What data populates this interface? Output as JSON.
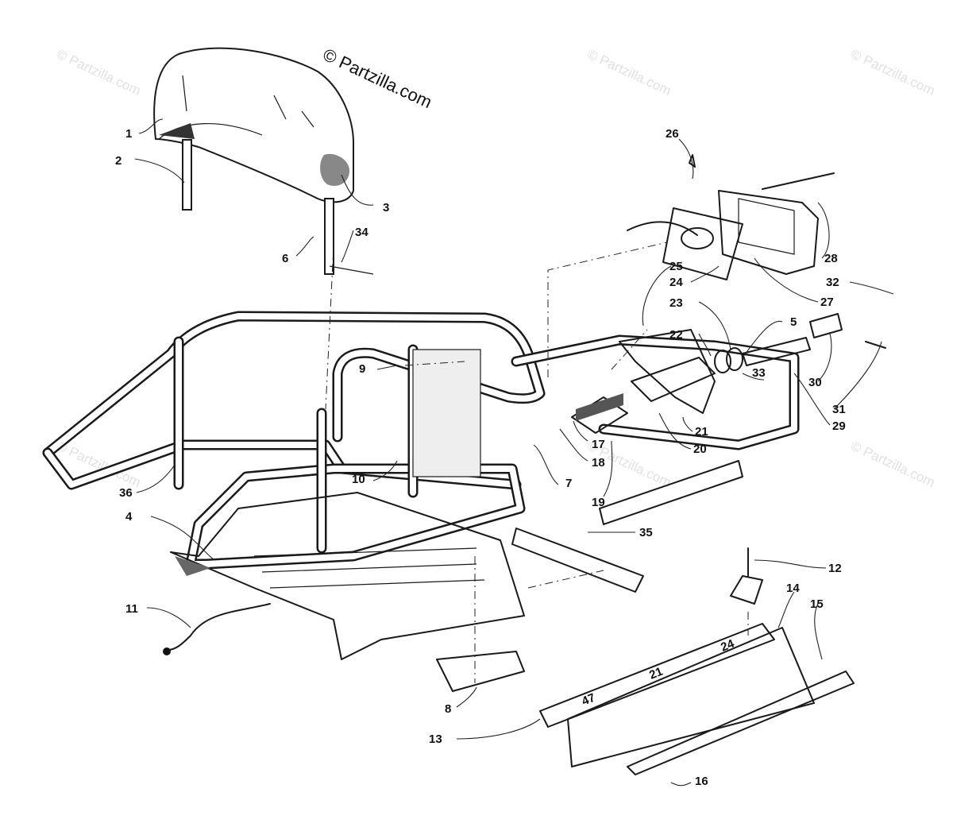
{
  "copyright": "© Partzilla.com",
  "watermark_text": "© Partzilla.com",
  "parts": [
    {
      "id": "p1",
      "label": "1"
    },
    {
      "id": "p2",
      "label": "2"
    },
    {
      "id": "p3",
      "label": "3"
    },
    {
      "id": "p4",
      "label": "4"
    },
    {
      "id": "p5",
      "label": "5"
    },
    {
      "id": "p6",
      "label": "6"
    },
    {
      "id": "p7",
      "label": "7"
    },
    {
      "id": "p8",
      "label": "8"
    },
    {
      "id": "p9",
      "label": "9"
    },
    {
      "id": "p10",
      "label": "10"
    },
    {
      "id": "p11",
      "label": "11"
    },
    {
      "id": "p12",
      "label": "12"
    },
    {
      "id": "p13",
      "label": "13"
    },
    {
      "id": "p14",
      "label": "14"
    },
    {
      "id": "p15",
      "label": "15"
    },
    {
      "id": "p16",
      "label": "16"
    },
    {
      "id": "p17",
      "label": "17"
    },
    {
      "id": "p18",
      "label": "18"
    },
    {
      "id": "p19",
      "label": "19"
    },
    {
      "id": "p20",
      "label": "20"
    },
    {
      "id": "p21",
      "label": "21"
    },
    {
      "id": "p22",
      "label": "22"
    },
    {
      "id": "p23",
      "label": "23"
    },
    {
      "id": "p24",
      "label": "24"
    },
    {
      "id": "p25",
      "label": "25"
    },
    {
      "id": "p26",
      "label": "26"
    },
    {
      "id": "p27",
      "label": "27"
    },
    {
      "id": "p28",
      "label": "28"
    },
    {
      "id": "p29",
      "label": "29"
    },
    {
      "id": "p30",
      "label": "30"
    },
    {
      "id": "p31",
      "label": "31"
    },
    {
      "id": "p32",
      "label": "32"
    },
    {
      "id": "p33",
      "label": "33"
    },
    {
      "id": "p34",
      "label": "34"
    },
    {
      "id": "p35",
      "label": "35"
    },
    {
      "id": "p36",
      "label": "36"
    }
  ],
  "panel_markings": [
    "47",
    "21",
    "24"
  ]
}
